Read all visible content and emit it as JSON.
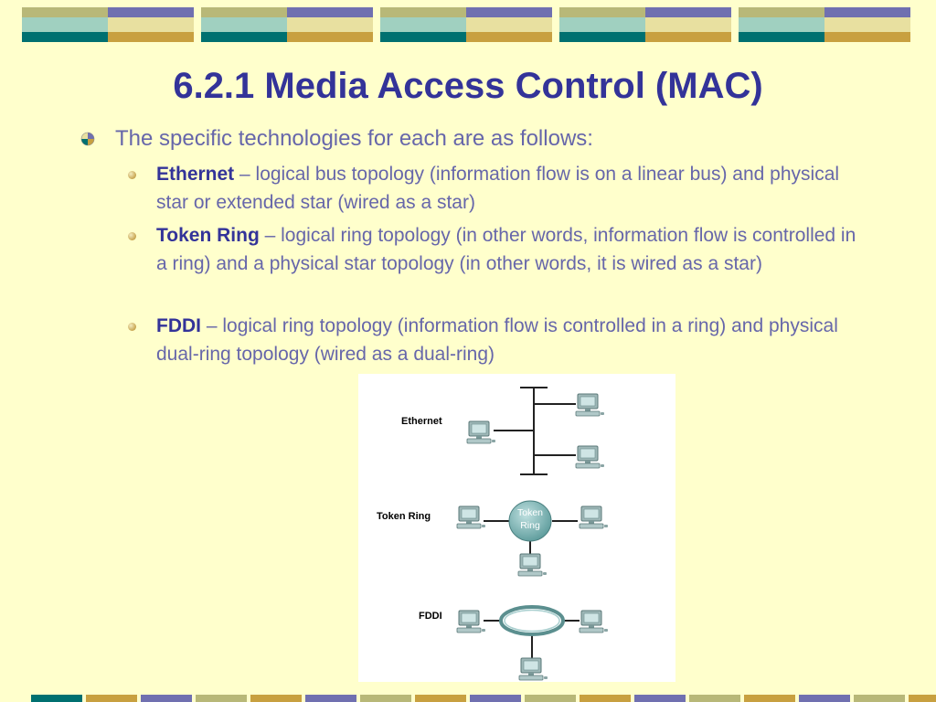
{
  "slide": {
    "title": "6.2.1 Media Access Control (MAC)",
    "intro": "The specific technologies for each are as follows:",
    "items": [
      {
        "term": "Ethernet",
        "desc": " – logical bus topology (information flow is on a linear bus) and physical star or extended star (wired as a star)"
      },
      {
        "term": "Token Ring",
        "desc": " – logical ring topology (in other words, information flow is controlled in a ring) and a physical star topology (in other words, it is wired as a star)"
      },
      {
        "term": "FDDI",
        "desc": " – logical ring topology (information flow is controlled in a ring) and physical dual-ring topology (wired as a dual-ring)"
      }
    ]
  },
  "diagram": {
    "ethernet_label": "Ethernet",
    "token_ring_label": "Token Ring",
    "token_ring_node_line1": "Token",
    "token_ring_node_line2": "Ring",
    "fddi_label": "FDDI"
  },
  "colors": {
    "background": "#ffffcc",
    "title": "#333399",
    "body_text": "#6666aa",
    "band_purple": "#7070b0",
    "band_teal": "#007070",
    "band_gold": "#c8a040",
    "band_olive": "#b8b878",
    "band_aqua": "#a0d0c0",
    "band_cream": "#e8e0a0"
  }
}
